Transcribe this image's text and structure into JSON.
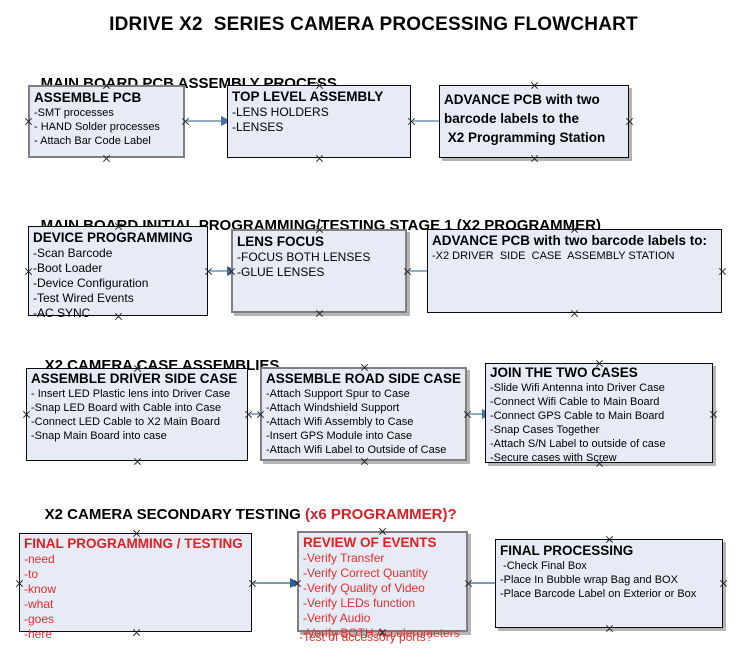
{
  "title": "IDRIVE X2  SERIES CAMERA PROCESSING FLOWCHART",
  "colors": {
    "box_fill": "#e6ebf5",
    "box_border_black": "#0a0a0a",
    "box_border_gray": "#7f7f7f",
    "arrow": "#8faec9",
    "accent_red": "#d81f26",
    "text_red": "#e03030",
    "text_black": "#000000"
  },
  "sections": [
    {
      "heading": "MAIN BOARD PCB ASSEMBLY PROCESS",
      "heading_accent": "",
      "boxes": [
        {
          "title": "ASSEMBLE PCB",
          "title_lines": [],
          "lines": [
            "-SMT processes",
            "- HAND Solder processes",
            "- Attach Bar Code Label"
          ],
          "overflow_line": ""
        },
        {
          "title": "TOP LEVEL ASSEMBLY",
          "title_lines": [],
          "lines": [
            "-LENS HOLDERS",
            "-LENSES"
          ],
          "overflow_line": ""
        },
        {
          "title": "",
          "title_lines": [
            "ADVANCE PCB with two",
            "barcode labels to the",
            " X2 Programming Station"
          ],
          "lines": [],
          "overflow_line": ""
        }
      ]
    },
    {
      "heading": "MAIN BOARD INITIAL PROGRAMMING/TESTING STAGE 1 (X2 PROGRAMMER)",
      "heading_accent": "",
      "boxes": [
        {
          "title": "DEVICE PROGRAMMING",
          "title_lines": [],
          "lines": [
            "-Scan Barcode",
            "-Boot Loader",
            "-Device Configuration",
            "-Test Wired Events",
            "-AC SYNC"
          ],
          "overflow_line": ""
        },
        {
          "title": "LENS FOCUS",
          "title_lines": [],
          "lines": [
            "-FOCUS BOTH LENSES",
            "-GLUE LENSES"
          ],
          "overflow_line": ""
        },
        {
          "title": "ADVANCE PCB with two barcode labels to:",
          "title_lines": [],
          "lines": [
            "-X2 DRIVER  SIDE  CASE  ASSEMBLY STATION"
          ],
          "overflow_line": ""
        }
      ]
    },
    {
      "heading": "X2 CAMERA CASE ASSEMBLIES",
      "heading_accent": "",
      "boxes": [
        {
          "title": "ASSEMBLE DRIVER SIDE CASE",
          "title_lines": [],
          "lines": [
            "- Insert LED Plastic lens into Driver Case",
            "-Snap LED Board with Cable into Case",
            "-Connect LED Cable to X2 Main Board",
            "-Snap Main Board into case"
          ],
          "overflow_line": ""
        },
        {
          "title": "ASSEMBLE ROAD SIDE CASE",
          "title_lines": [],
          "lines": [
            "-Attach Support Spur to Case",
            "-Attach Windshield Support",
            "-Attach Wifi Assembly to Case",
            "-Insert GPS Module into Case",
            "-Attach Wifi Label to Outside of Case"
          ],
          "overflow_line": ""
        },
        {
          "title": "JOIN THE TWO CASES",
          "title_lines": [],
          "lines": [
            "-Slide Wifi Antenna into Driver Case",
            "-Connect Wifi Cable to Main Board",
            "-Connect GPS Cable to Main Board",
            "-Snap Cases Together",
            "-Attach S/N Label to outside of case",
            "-Secure cases with Screw"
          ],
          "overflow_line": ""
        }
      ]
    },
    {
      "heading": "X2 CAMERA SECONDARY TESTING ",
      "heading_accent": "(x6 PROGRAMMER)?",
      "boxes": [
        {
          "title": "FINAL PROGRAMMING / TESTING",
          "title_lines": [],
          "lines": [
            "-need",
            "-to",
            "-know",
            "-what",
            "-goes",
            "-here"
          ],
          "overflow_line": ""
        },
        {
          "title": "REVIEW OF EVENTS",
          "title_lines": [],
          "lines": [
            "-Verify Transfer",
            "-Verify Correct Quantity",
            "-Verify Quality of Video",
            "-Verify LEDs function",
            "-Verify Audio",
            "-Verify BOTH Accelerometers"
          ],
          "overflow_line": "-Test of accessory ports?"
        },
        {
          "title": "FINAL PROCESSING",
          "title_lines": [],
          "lines": [
            " -Check Final Box",
            "-Place In Bubble wrap Bag and BOX",
            "-Place Barcode Label on Exterior or Box"
          ],
          "overflow_line": ""
        }
      ]
    }
  ]
}
